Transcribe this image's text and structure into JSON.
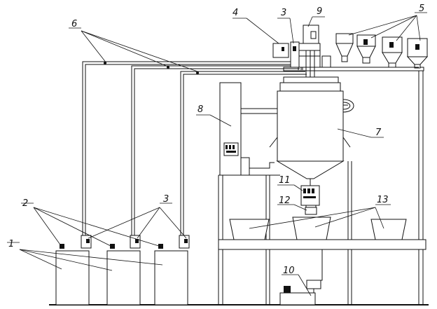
{
  "callouts": {
    "c1": "1",
    "c2": "2",
    "c3_top": "3",
    "c3_left": "3",
    "c4": "4",
    "c5": "5",
    "c6": "6",
    "c7": "7",
    "c8": "8",
    "c9": "9",
    "c10": "10",
    "c11": "11",
    "c12": "12",
    "c13": "13"
  }
}
